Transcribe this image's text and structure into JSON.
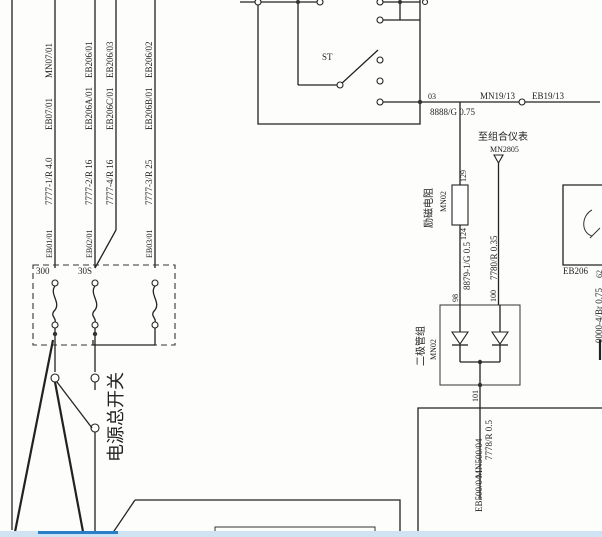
{
  "diagram": {
    "wire_labels_left": [
      {
        "top": "MN07/01",
        "mid": "EB07/01",
        "spec": "7777-1/R 4.0",
        "bot": "EB01/01"
      },
      {
        "top": "EB206/01",
        "mid": "EB206A/01",
        "spec": "7777-2/R 16",
        "bot": "EB02/01"
      },
      {
        "top": "EB206/03",
        "mid": "EB206C/01",
        "spec": "7777-4/R 16",
        "bot": ""
      },
      {
        "top": "EB206/02",
        "mid": "EB206B/01",
        "spec": "7777-3/R 25",
        "bot": "EB03/01"
      }
    ],
    "terminal_300": "300",
    "terminal_30s": "30S",
    "switch_label": "电源总开关",
    "relay_st": "ST",
    "node_03": "03",
    "wire_8888": "8888/G 0.75",
    "wire_mn1913": "MN19/13",
    "wire_eb1913": "EB19/13",
    "to_cluster": "至组合仪表",
    "mn2805": "MN2805",
    "excite_res": "励磁电阻",
    "mn02": "MN02",
    "pin_129": "129",
    "pin_124": "124",
    "wire_8879": "8879-1/G 0.5",
    "wire_7780": "7780/R 0.35",
    "pin_98": "98",
    "pin_100": "100",
    "diode_group": "二极管组",
    "diode_id": "MN02",
    "pin_101": "101",
    "wire_7778": "7778/R 0.5",
    "wire_mn500": "MN500/04",
    "wire_eb500": "EB500/04",
    "eb206": "EB206",
    "wire_0000": "0000-4/Br 0.75",
    "pin_62": "62"
  }
}
